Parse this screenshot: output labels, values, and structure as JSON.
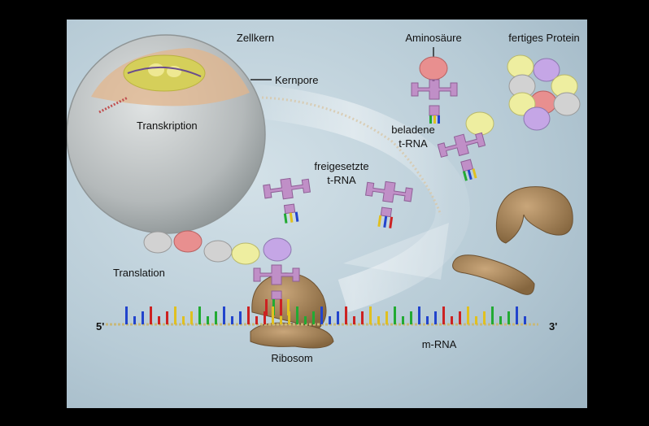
{
  "labels": {
    "nucleus": "Zellkern",
    "nuclear_pore": "Kernpore",
    "transcription": "Transkription",
    "amino_acid": "Aminosäure",
    "finished_protein": "fertiges Protein",
    "charged_trna_line1": "beladene",
    "charged_trna_line2": "t-RNA",
    "released_trna_line1": "freigesetzte",
    "released_trna_line2": "t-RNA",
    "translation": "Translation",
    "ribosome": "Ribosom",
    "mrna": "m-RNA",
    "five_prime": "5'",
    "three_prime": "3'"
  },
  "colors": {
    "background": "#b9cdd8",
    "nucleus": "#b9bdbd",
    "trna": "#c08fc7",
    "ribosome": "#a5845d",
    "amino_acid_red": "#e88f8f",
    "amino_acid_yellow": "#eeeea0",
    "amino_acid_purple": "#c5a6e6",
    "amino_acid_gray": "#d2d2d2",
    "base_blue": "#2244cc",
    "base_red": "#cc2222",
    "base_yellow": "#e0c020",
    "base_green": "#22aa33"
  }
}
